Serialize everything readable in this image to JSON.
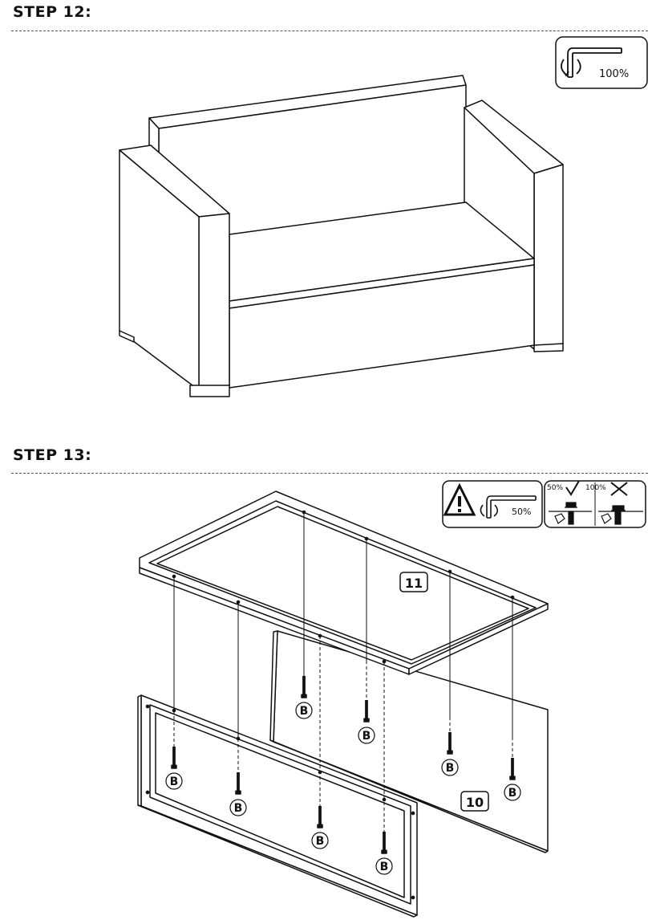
{
  "step12": {
    "title": "STEP 12:",
    "tool_box": {
      "icon": "allen-key-rotate-icon",
      "tightness": "100%"
    }
  },
  "step13": {
    "title": "STEP 13:",
    "tool_box": {
      "warning_icon": "warning-triangle-icon",
      "icon": "allen-key-rotate-icon",
      "tightness": "50%"
    },
    "tip_box": {
      "good_label": "50%",
      "bad_label": "100%",
      "good_icon": "check-icon",
      "bad_icon": "cross-icon"
    },
    "parts": {
      "top_frame": "11",
      "back_panel": "10"
    },
    "bolt_label": "B"
  },
  "colors": {
    "line": "#111111",
    "background": "#ffffff"
  }
}
